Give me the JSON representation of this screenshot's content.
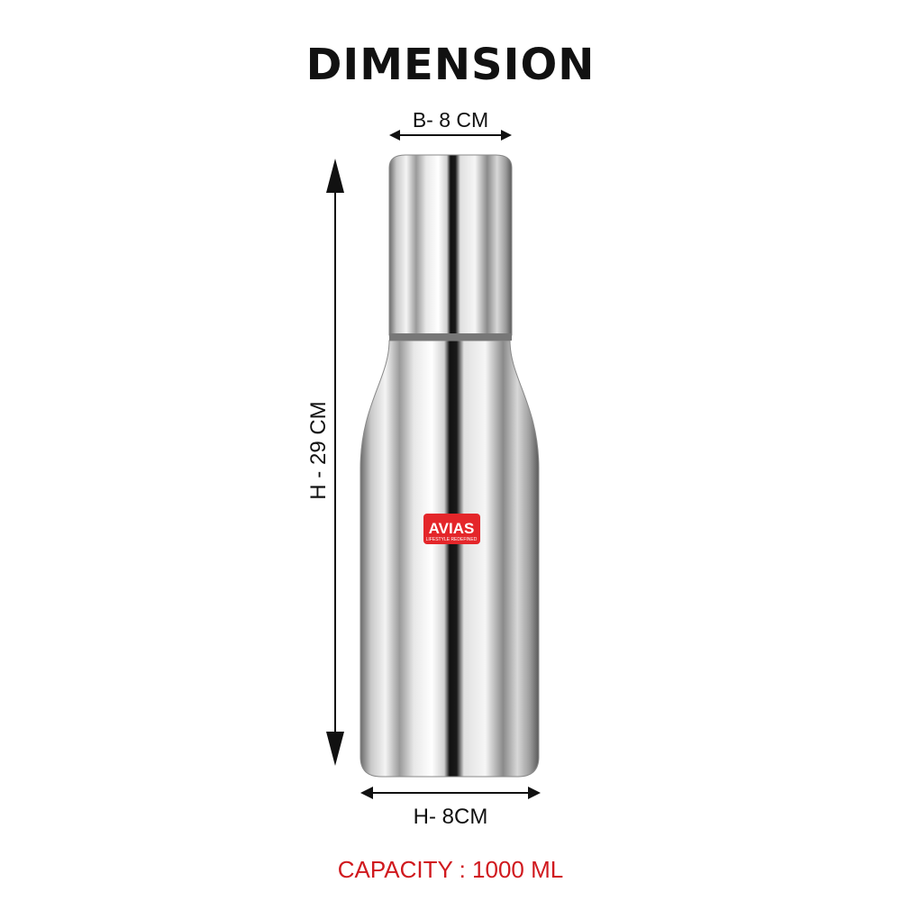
{
  "title": "DIMENSION",
  "top_width_label": "B- 8 CM",
  "height_label": "H - 29 CM",
  "bottom_width_label": "H- 8CM",
  "capacity_label": "CAPACITY : 1000 ML",
  "brand": {
    "name": "AVIAS",
    "tagline": "LIFESTYLE REDEFINED",
    "color": "#e4262a"
  },
  "colors": {
    "capacity_text": "#d0191e",
    "text": "#111111"
  }
}
